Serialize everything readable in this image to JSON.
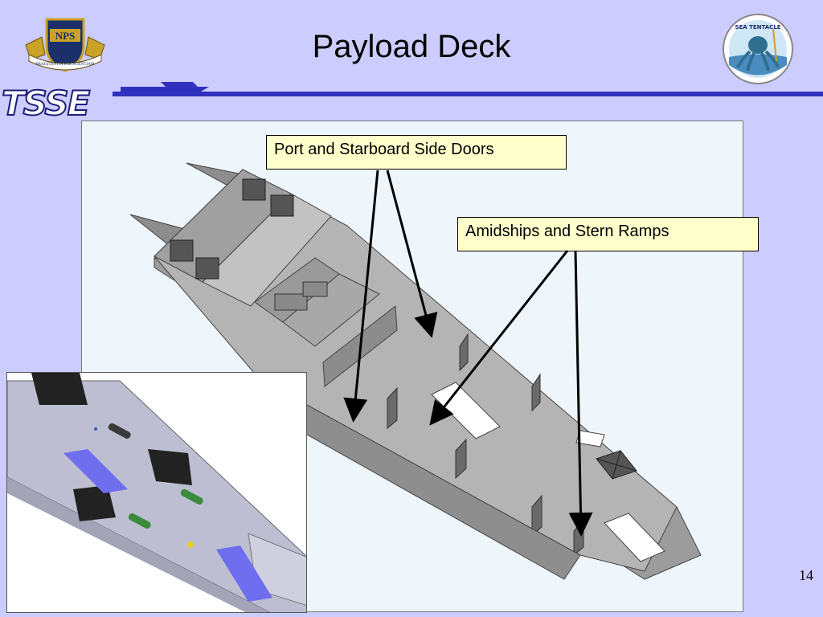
{
  "slide": {
    "title": "Payload Deck",
    "page_number": "14"
  },
  "logos": {
    "left": {
      "text": "NPS",
      "motto": "PRAESTANTIA PER SCIENTIAM",
      "icon": "nps-crest-logo"
    },
    "right": {
      "text": "SEA TENTACLE",
      "icon": "sea-tentacle-octopus-logo"
    },
    "banner": {
      "text": "TSSE",
      "icon": "tsse-ship-banner"
    }
  },
  "callouts": {
    "doors": "Port and Starboard Side Doors",
    "ramps": "Amidships and Stern Ramps"
  },
  "colors": {
    "background": "#ccccfe",
    "rule": "#3030c0",
    "callout_fill": "#ffffcc",
    "deck_gray": "#a9a9a9",
    "ramp_blue": "#6e6eee"
  }
}
